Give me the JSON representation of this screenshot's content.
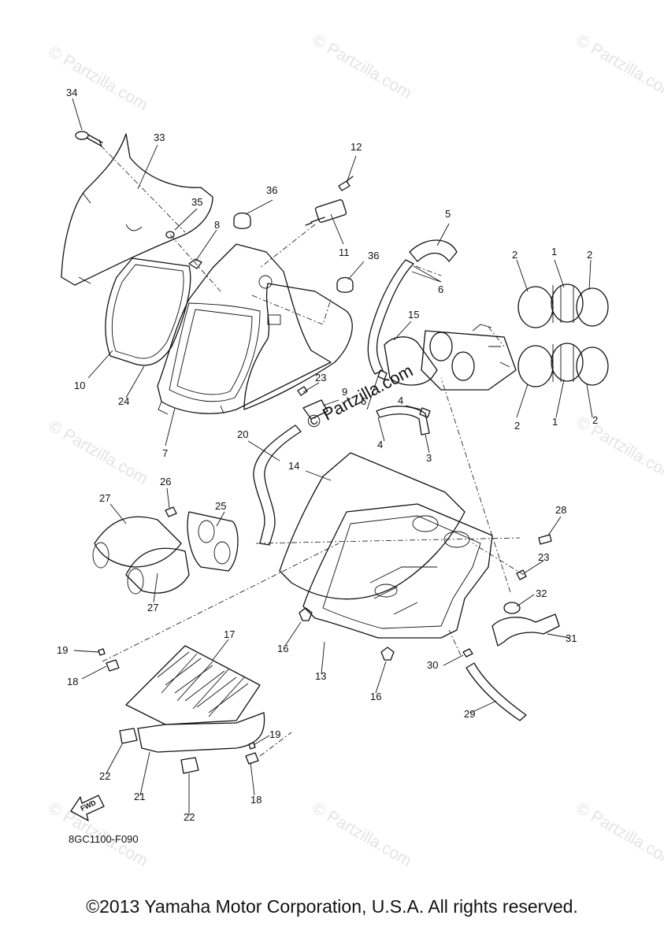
{
  "diagram_code": "8GC1100-F090",
  "copyright": "©2013 Yamaha Motor Corporation, U.S.A. All rights reserved.",
  "watermark": "© Partzilla.com",
  "fwd_label": "FWD",
  "callouts": [
    "34",
    "33",
    "35",
    "8",
    "10",
    "24",
    "7",
    "36",
    "11",
    "12",
    "36",
    "5",
    "6",
    "15",
    "2",
    "1",
    "2",
    "2",
    "1",
    "2",
    "23",
    "9",
    "6",
    "4",
    "4",
    "3",
    "20",
    "14",
    "26",
    "27",
    "25",
    "27",
    "28",
    "23",
    "32",
    "31",
    "16",
    "16",
    "13",
    "30",
    "29",
    "17",
    "19",
    "18",
    "19",
    "18",
    "22",
    "21",
    "22"
  ]
}
